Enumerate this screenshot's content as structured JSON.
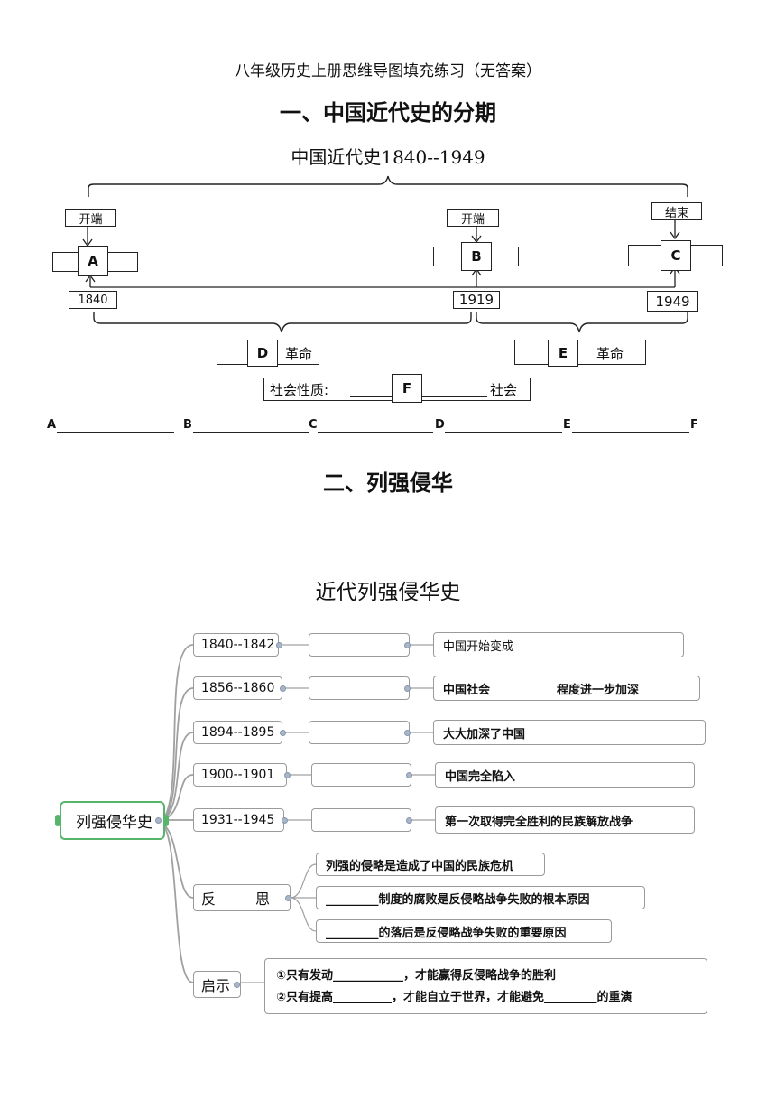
{
  "doc": {
    "title": "八年级历史上册思维导图填充练习（无答案）",
    "section1": "一、中国近代史的分期",
    "section2": "二、列强侵华"
  },
  "diagram1": {
    "header": "中国近代史1840--1949",
    "start_label": "开端",
    "start_label2": "开端",
    "end_label": "结束",
    "box_a": "A",
    "box_b": "B",
    "box_c": "C",
    "year_1840": "1840",
    "year_1919": "1919",
    "year_1949": "1949",
    "box_d": "D",
    "box_e": "E",
    "revolution_d": "革命",
    "revolution_e": "革命",
    "society_prefix": "社会性质:",
    "box_f": "F",
    "society_suffix": "社会",
    "answers": [
      "A",
      "B",
      "C",
      "D",
      "E",
      "F"
    ]
  },
  "mindmap": {
    "title": "近代列强侵华史",
    "root": "列强侵华史",
    "branches": [
      {
        "period": "1840--1842",
        "result": "中国开始变成"
      },
      {
        "period": "1856--1860",
        "result": "中国社会",
        "result_tail": "程度进一步加深"
      },
      {
        "period": "1894--1895",
        "result": "大大加深了中国"
      },
      {
        "period": "1900--1901",
        "result": "中国完全陷入"
      },
      {
        "period": "1931--1945",
        "result": "第一次取得完全胜利的民族解放战争"
      }
    ],
    "reflect_label_1": "反",
    "reflect_label_2": "思",
    "reflect_items": [
      "列强的侵略是造成了中国的民族危机",
      "_________制度的腐败是反侵略战争失败的根本原因",
      "_________的落后是反侵略战争失败的重要原因"
    ],
    "insight_label": "启示",
    "insight_lines": [
      "①只有发动____________，才能赢得反侵略战争的胜利",
      "②只有提高__________，才能自立于世界，才能避免_________的重演"
    ]
  }
}
